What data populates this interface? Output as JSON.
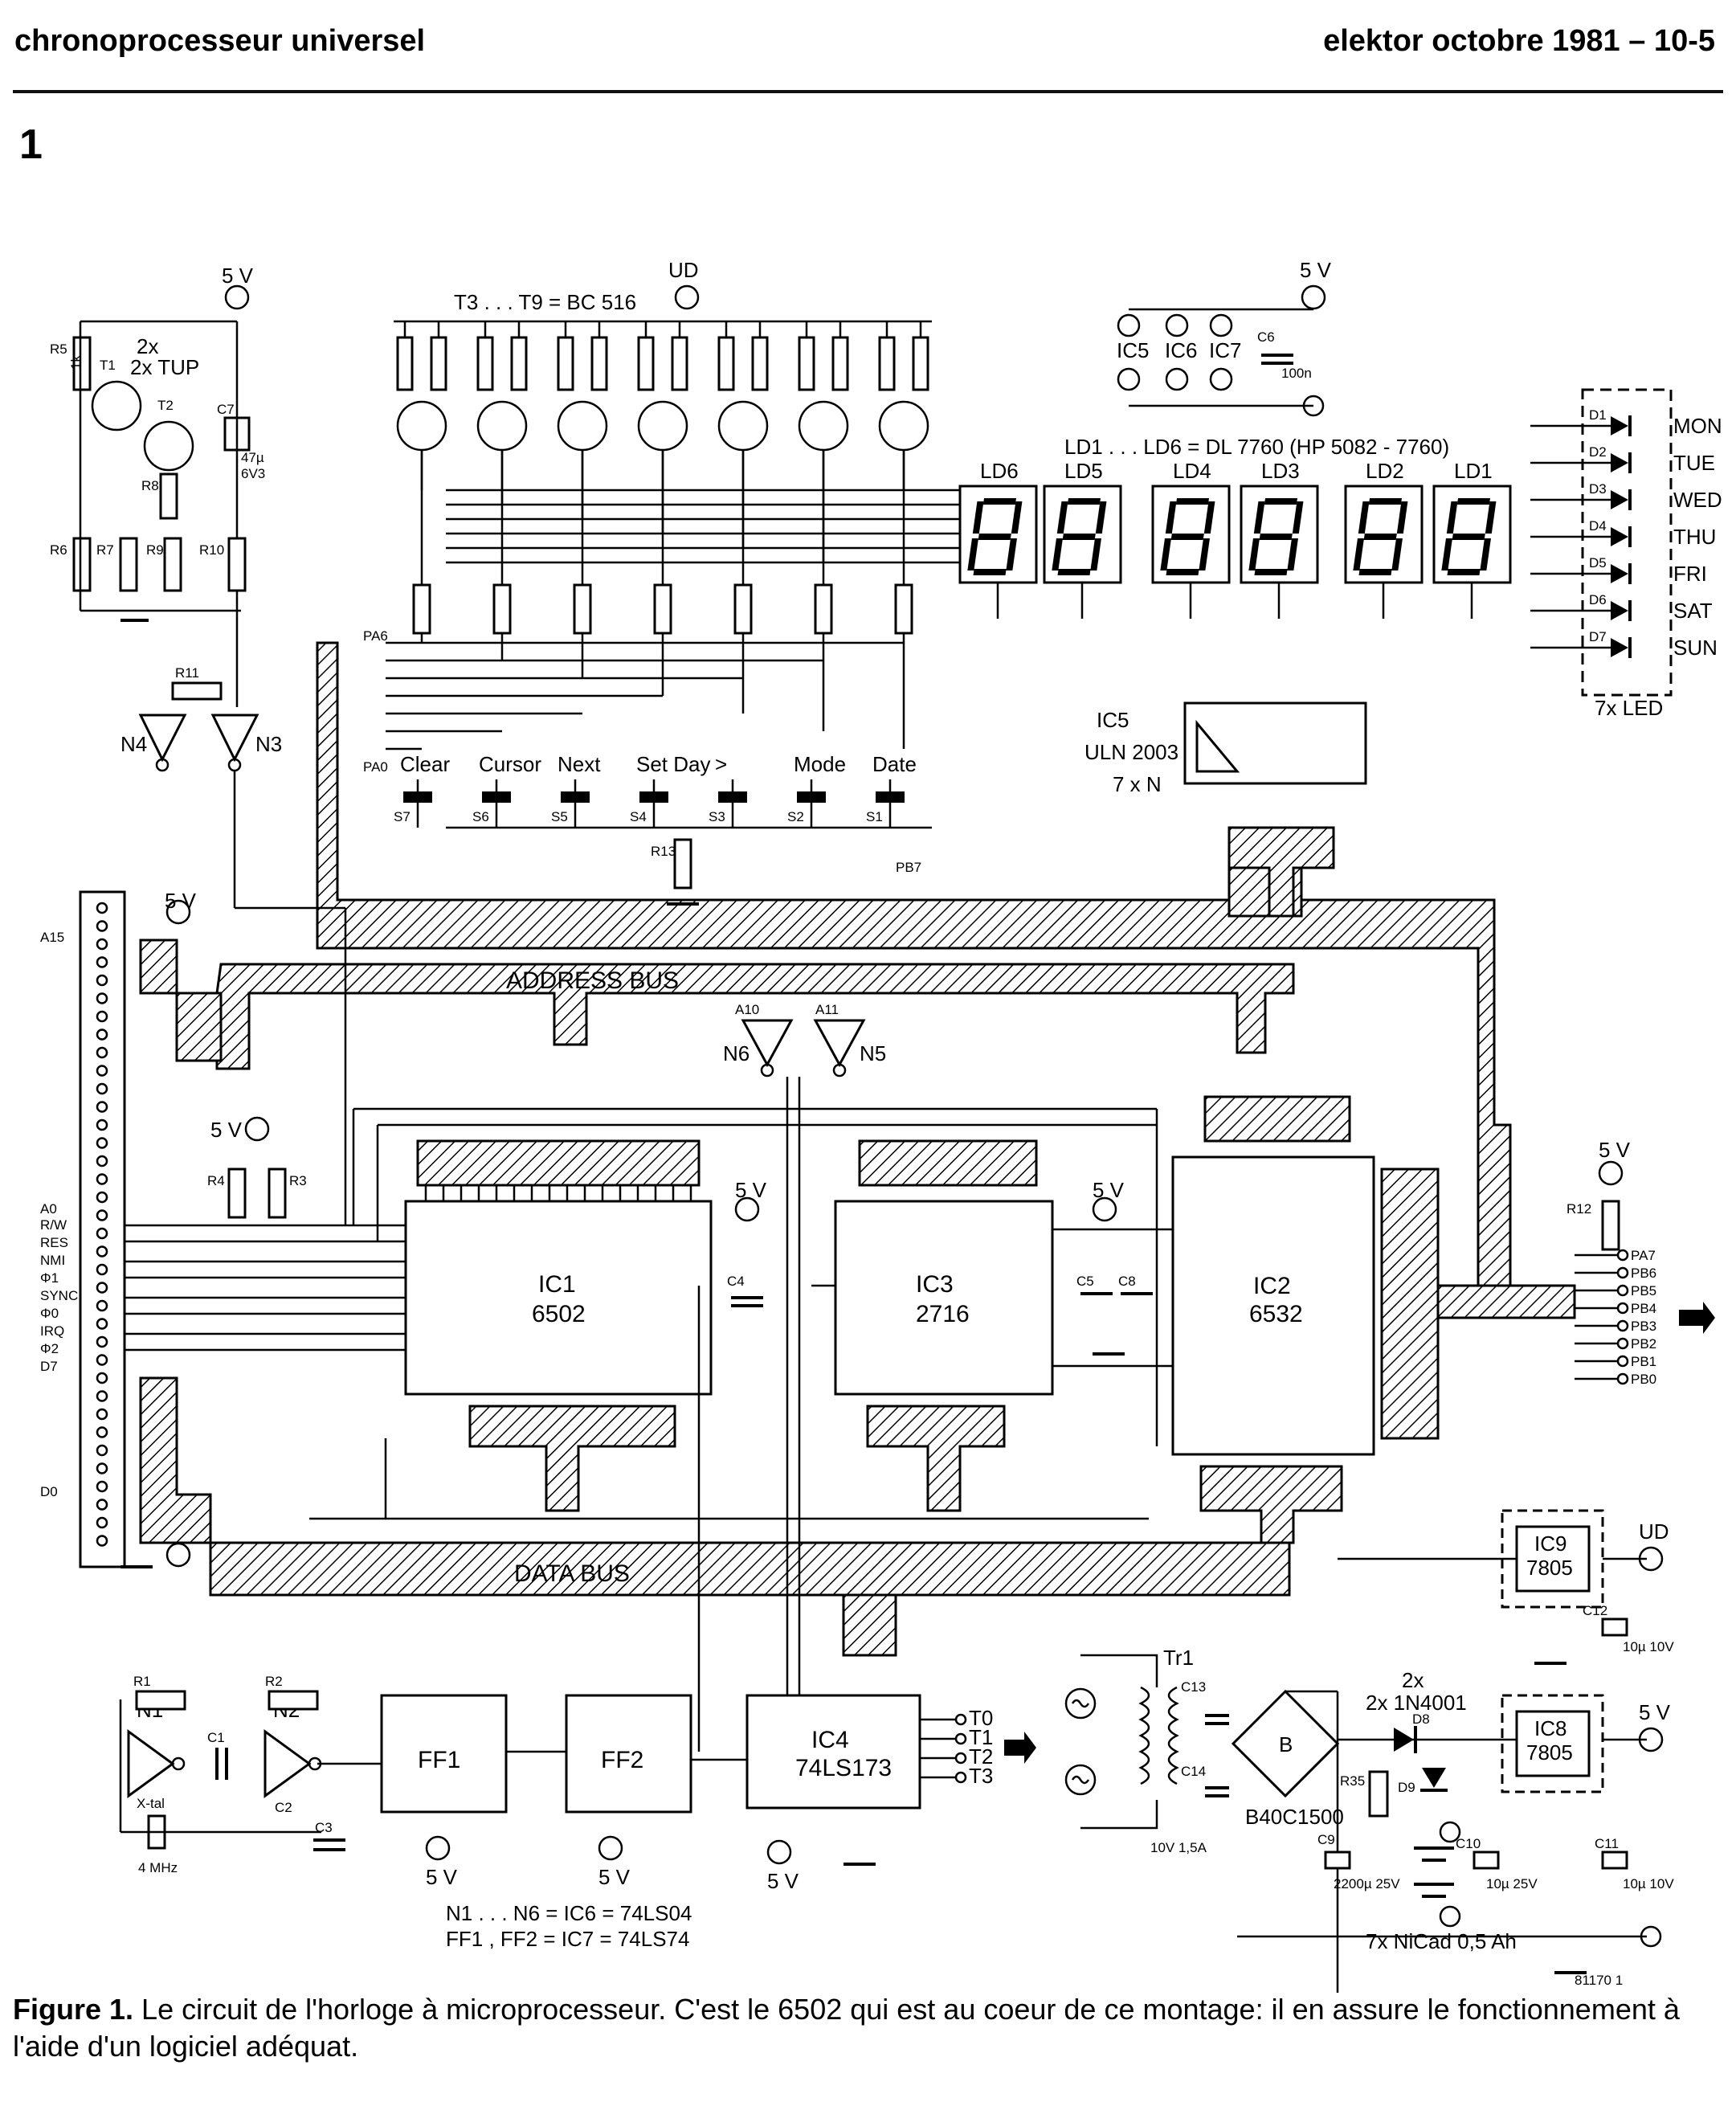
{
  "header": {
    "left": "chronoprocesseur universel",
    "right": "elektor octobre 1981 – 10-5"
  },
  "figure_number": "1",
  "caption": {
    "lead": "Figure 1.",
    "text": "Le circuit de l'horloge à microprocesseur. C'est le 6502 qui est au coeur de ce montage: il en assure le fonctionnement à l'aide d'un logiciel adéquat."
  },
  "schematic": {
    "supplies": {
      "v5": "5 V",
      "ud": "UD"
    },
    "transistors_note": "T3 . . . T9 = BC 516",
    "tup_note": "2x TUP",
    "display_note": "LD1 . . . LD6 = DL 7760 (HP 5082 - 7760)",
    "displays": [
      "LD6",
      "LD5",
      "LD4",
      "LD3",
      "LD2",
      "LD1"
    ],
    "days": [
      "MON",
      "TUE",
      "WED",
      "THU",
      "FRI",
      "SAT",
      "SUN"
    ],
    "led_names": [
      "D1",
      "D2",
      "D3",
      "D4",
      "D5",
      "D6",
      "D7"
    ],
    "led_note": "7x LED",
    "buttons": [
      {
        "key": "Clear",
        "ref": "S7"
      },
      {
        "key": "Cursor",
        "ref": "S6"
      },
      {
        "key": "Next",
        "ref": "S5"
      },
      {
        "key": "Set Day",
        "ref": "S4"
      },
      {
        "key": ">",
        "ref": "S3"
      },
      {
        "key": "Mode",
        "ref": "S2"
      },
      {
        "key": "Date",
        "ref": "S1"
      }
    ],
    "uln": {
      "name": "IC5",
      "part": "ULN 2003",
      "note": "7 x N"
    },
    "buses": {
      "address": "ADDRESS BUS",
      "data": "DATA BUS"
    },
    "ics": {
      "ic1": {
        "name": "IC1",
        "part": "6502"
      },
      "ic2": {
        "name": "IC2",
        "part": "6532"
      },
      "ic3": {
        "name": "IC3",
        "part": "2716"
      },
      "ic4": {
        "name": "IC4",
        "part": "74LS173"
      },
      "ic8": {
        "name": "IC8",
        "part": "7805"
      },
      "ic9": {
        "name": "IC9",
        "part": "7805"
      },
      "ff1": "FF1",
      "ff2": "FF2"
    },
    "gate_notes": [
      "N1 . . . N6 = IC6 = 74LS04",
      "FF1 , FF2 = IC7 = 74LS74"
    ],
    "ic4_outputs": [
      "T0",
      "T1",
      "T2",
      "T3"
    ],
    "pb_outputs": [
      "PA7",
      "PB6",
      "PB5",
      "PB4",
      "PB3",
      "PB2",
      "PB1",
      "PB0"
    ],
    "edge_signals": [
      "A0",
      "R/W",
      "RES",
      "NMI",
      "Φ1",
      "SYNC",
      "Φ0",
      "IRQ",
      "Φ2",
      "D7",
      "D0",
      "A15"
    ],
    "power": {
      "bridge": "B40C1500",
      "bridge_label": "B",
      "transformer": "Tr1",
      "transformer_rating": "10V 1,5A",
      "diodes_note": "2x 1N4001",
      "battery": "7x NiCad 0,5 Ah",
      "c9": "2200µ 25V",
      "c10": "10µ 25V",
      "c11": "10µ 10V",
      "c12": "10µ 10V"
    },
    "crystal": {
      "name": "X-tal",
      "freq": "4 MHz"
    },
    "drawing_code": "81170 1",
    "supply_ics": [
      "IC5",
      "IC6",
      "IC7"
    ]
  }
}
